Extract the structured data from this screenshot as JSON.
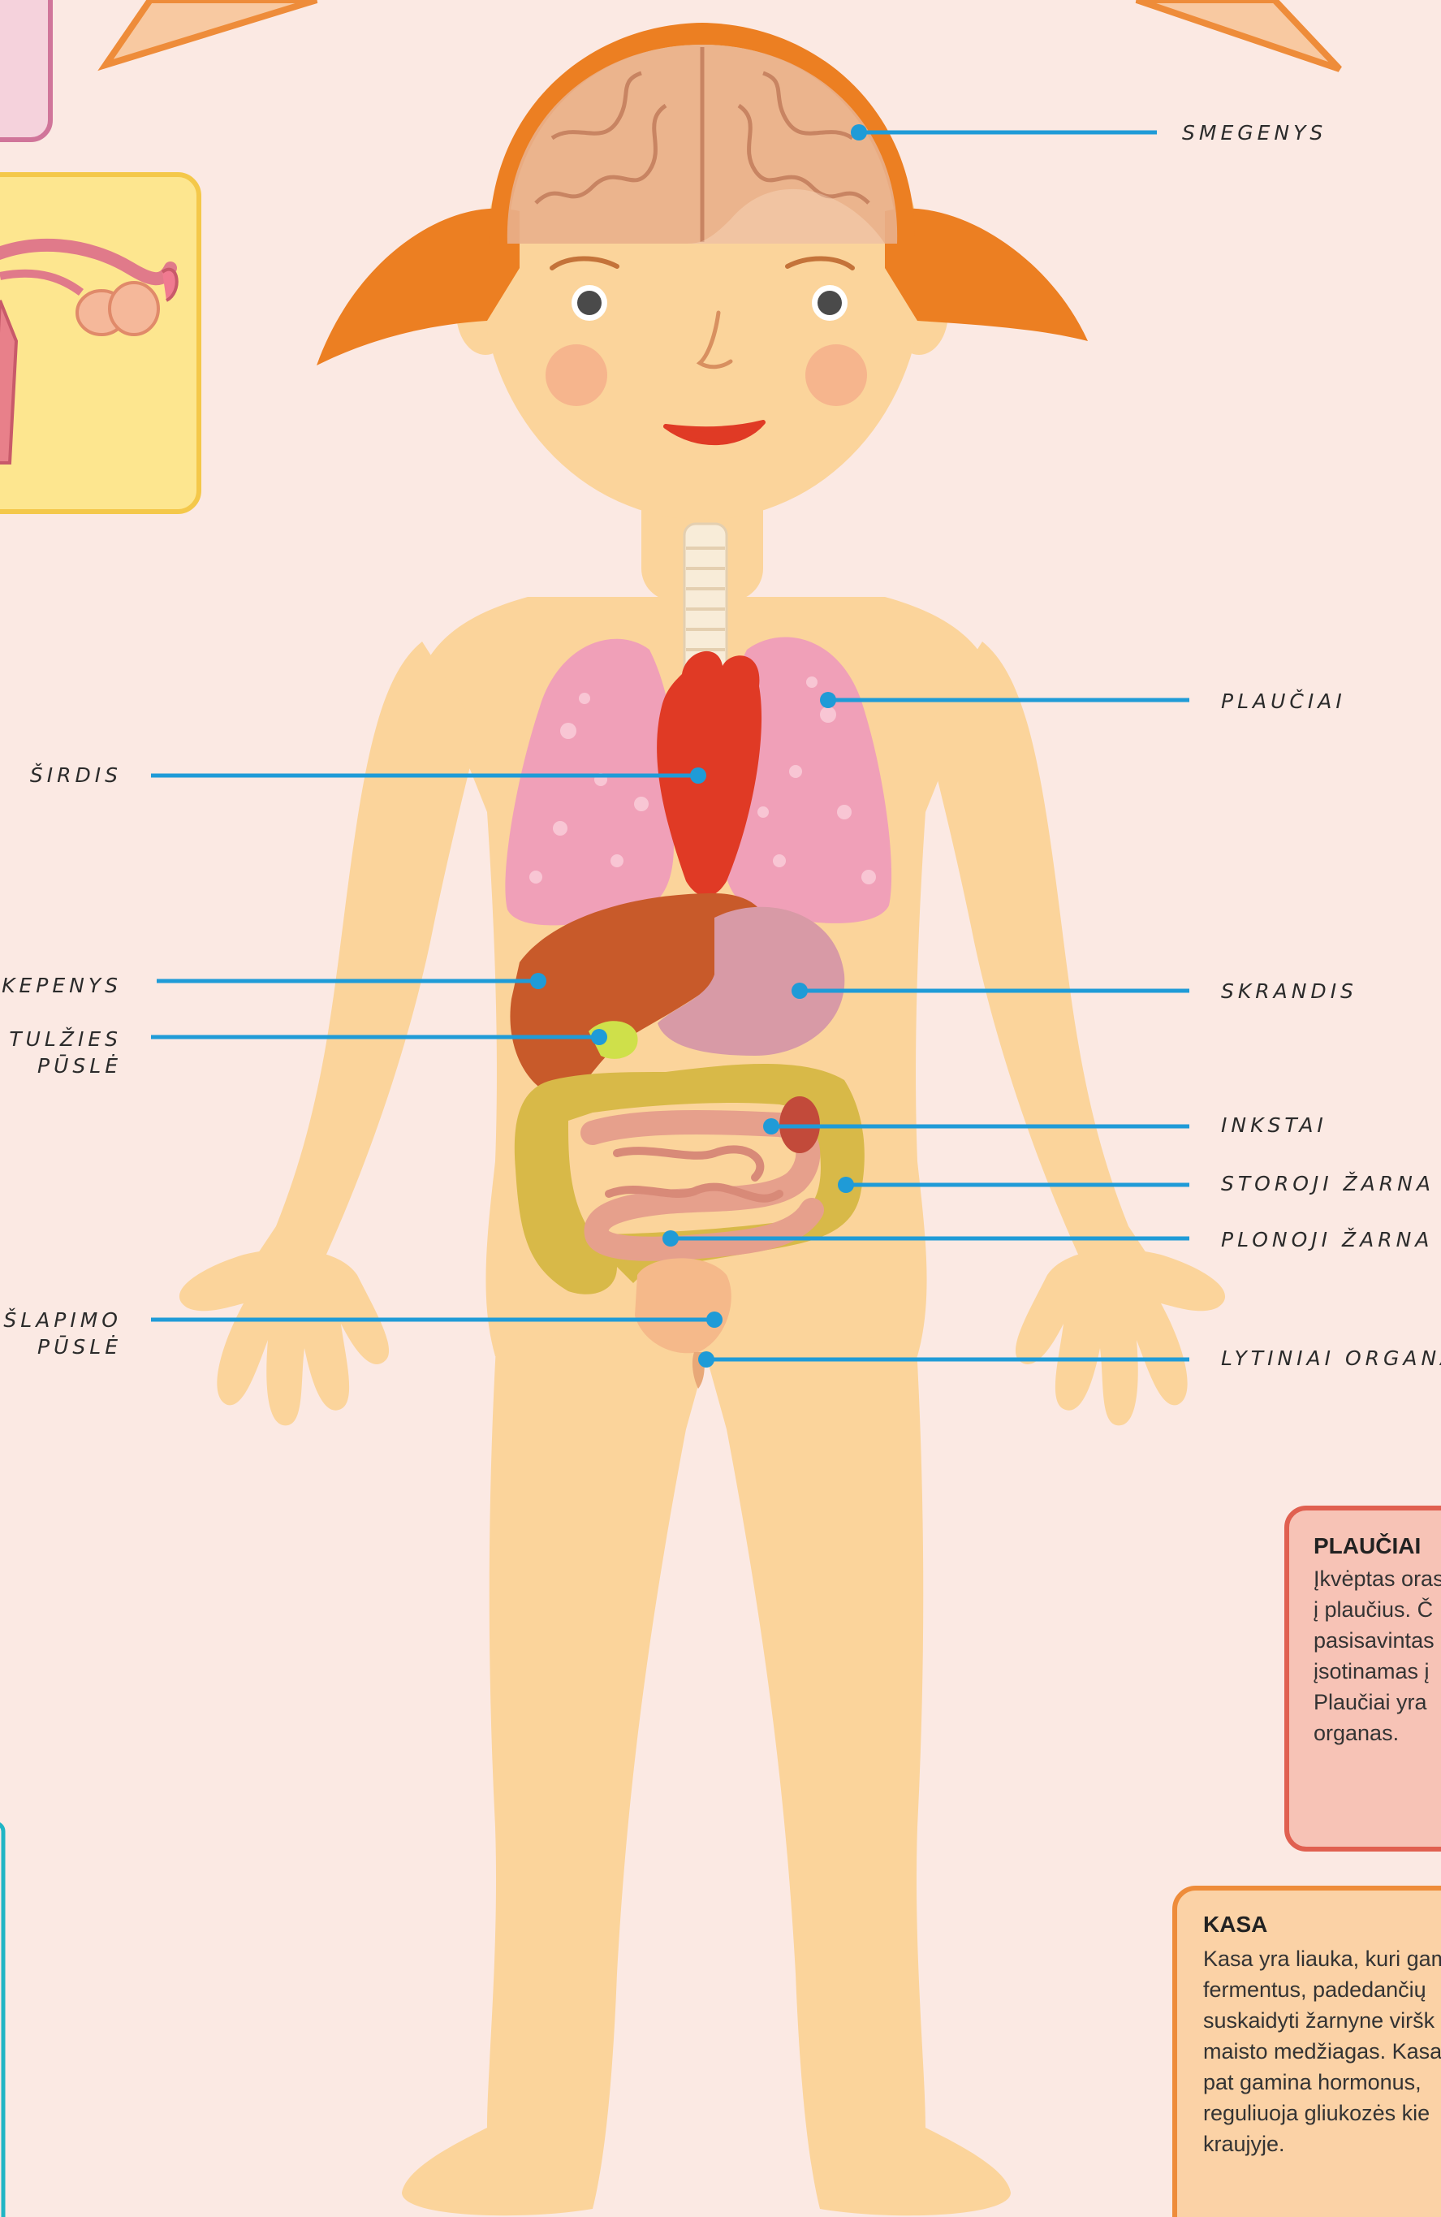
{
  "labels": {
    "brain": "SMEGENYS",
    "lungs": "PLAUČIAI",
    "heart": "ŠIRDIS",
    "liver": "KEPENYS",
    "stomach": "SKRANDIS",
    "gallbladder_line1": "TULŽIES",
    "gallbladder_line2": "PŪSLĖ",
    "kidneys": "INKSTAI",
    "large_intestine": "STOROJI ŽARNA",
    "small_intestine": "PLONOJI ŽARNA",
    "bladder_line1": "ŠLAPIMO",
    "bladder_line2": "PŪSLĖ",
    "reproductive": "LYTINIAI ORGANAI"
  },
  "info_boxes": {
    "lungs": {
      "title": "PLAUČIAI",
      "lines": [
        "Įkvėptas oras",
        "į plaučius. Č",
        "pasisavintas",
        "įsotinamas į",
        "Plaučiai yra",
        "organas."
      ]
    },
    "pancreas": {
      "title": "KASA",
      "lines": [
        "Kasa yra liauka, kuri gam",
        "fermentus, padedančių",
        "suskaidyti žarnyne viršk",
        "maisto medžiagas. Kasa",
        "pat gamina hormonus,",
        "reguliuoja gliukozės kie",
        "kraujyje."
      ]
    }
  },
  "colors": {
    "background": "#fbe9e3",
    "skin": "#fbd49b",
    "hair": "#ec7f22",
    "pointer_line": "#1f9bd7",
    "lung": "#f0a0b8",
    "heart": "#e03a25",
    "liver": "#c85a2a",
    "stomach": "#d89aa6",
    "large_intestine": "#d8b948",
    "small_intestine": "#e6a08c",
    "box_red_border": "#e06050",
    "box_red_fill": "#f7c3b6",
    "box_orange_border": "#ee8c3a",
    "box_orange_fill": "#fbd2a6",
    "box_pink_border": "#d0759a",
    "box_yellow_border": "#f4c84a",
    "box_yellow_fill": "#fde68f"
  }
}
